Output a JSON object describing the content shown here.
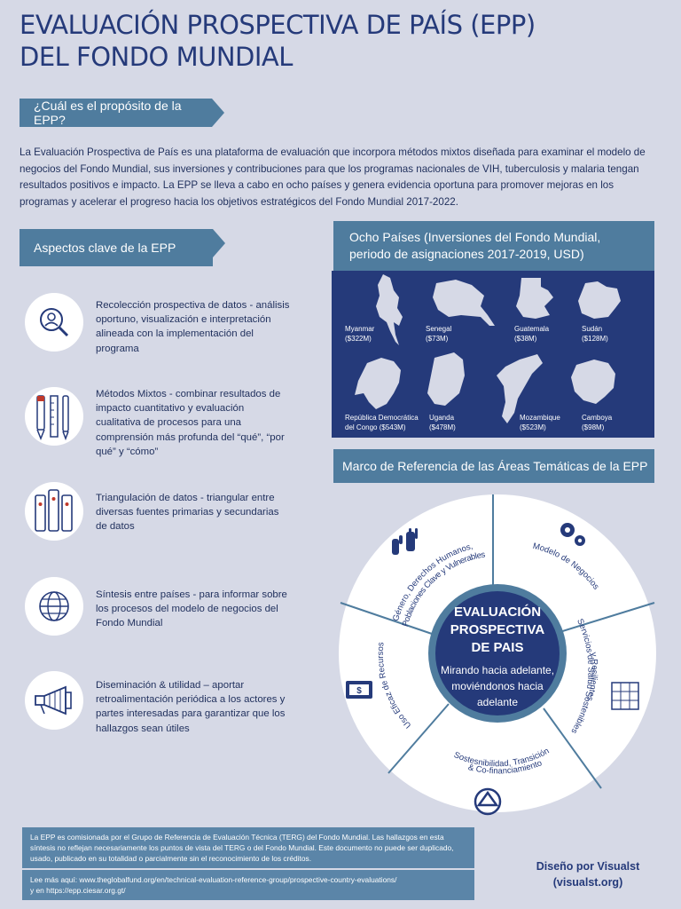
{
  "header": {
    "title_line1": "EVALUACIÓN PROSPECTIVA DE PAÍS (EPP)",
    "title_line2": "DEL FONDO MUNDIAL"
  },
  "purpose": {
    "heading": "¿Cuál es el propósito de la EPP?",
    "body": "La Evaluación Prospectiva de País es una plataforma de evaluación que incorpora métodos mixtos diseñada para examinar el modelo de negocios del Fondo Mundial, sus inversiones y contribuciones para que los programas nacionales de VIH, tuberculosis y malaria tengan resultados positivos e impacto. La EPP se lleva a cabo en ocho países y genera evidencia oportuna para promover mejoras en los programas y acelerar el progreso hacia los objetivos estratégicos del Fondo Mundial 2017-2022."
  },
  "aspects": {
    "heading": "Aspectos clave de la EPP",
    "items": [
      {
        "icon": "magnifier-person-icon",
        "text": "Recolección prospectiva de datos - análisis oportuno, visualización e interpretación alineada con la implementación del programa"
      },
      {
        "icon": "tools-icon",
        "text": "Métodos Mixtos - combinar resultados de impacto cuantitativo y evaluación cualitativa de procesos para una comprensión más profunda del “qué”, “por qué” y “cómo”"
      },
      {
        "icon": "documents-icon",
        "text": "Triangulación de datos - triangular entre diversas fuentes primarias y secundarias de datos"
      },
      {
        "icon": "globe-icon",
        "text": "Síntesis entre países - para informar sobre los procesos del modelo de negocios del Fondo Mundial"
      },
      {
        "icon": "megaphone-icon",
        "text": "Diseminación & utilidad – aportar retroalimentación periódica a los actores y partes interesadas para garantizar que los hallazgos sean útiles"
      }
    ]
  },
  "countries": {
    "heading_line1": "Ocho Países (Inversiones del Fondo Mundial,",
    "heading_line2": "periodo de asignaciones 2017-2019, USD)",
    "items": [
      {
        "name": "Myanmar",
        "amount": "($322M)"
      },
      {
        "name": "Senegal",
        "amount": "($73M)"
      },
      {
        "name": "Guatemala",
        "amount": "($38M)"
      },
      {
        "name": "Sudán",
        "amount": "($128M)"
      },
      {
        "name": "República Democrática",
        "name2": "del Congo",
        "amount": "($543M)"
      },
      {
        "name": "Uganda",
        "amount": "($478M)"
      },
      {
        "name": "Mozambique",
        "amount": "($523M)"
      },
      {
        "name": "Camboya",
        "amount": "($98M)"
      }
    ]
  },
  "framework": {
    "heading": "Marco de Referencia de las Áreas Temáticas de la EPP",
    "center_title": [
      "EVALUACIÓN",
      "PROSPECTIVA",
      "DE PAIS"
    ],
    "center_subtitle": [
      "Mirando hacia adelante,",
      "moviéndonos hacia",
      "adelante"
    ],
    "segments": [
      "Género, Derechos Humanos,",
      "Poblaciones Clave y Vulnerables",
      "Modelo de Negocios",
      "Servicios de Salud Sostenibles",
      "y Resilientes",
      "Sostesnibilidad, Transición",
      "& Co-financiamiento",
      "Uso Eficaz de Recursos"
    ]
  },
  "footer": {
    "disclaimer": "La EPP es comisionada por el Grupo de Referencia de Evaluación Técnica (TERG) del Fondo Mundial. Las hallazgos en esta síntesis no reflejan necesariamente los puntos de vista del TERG o del Fondo Mundial. Este documento no puede ser duplicado, usado, publicado en su totalidad o parcialmente sin el reconocimiento de los créditos.",
    "links_line1": "Lee más aquí: www.theglobalfund.org/en/technical-evaluation-reference-group/prospective-country-evaluations/",
    "links_line2": "y en https://epp.ciesar.org.gt/",
    "credit_line1": "Diseño por  Visualst",
    "credit_line2": "(visualst.org)"
  },
  "colors": {
    "background": "#d6d9e6",
    "navy": "#253a7a",
    "steel_blue": "#4f7c9e"
  }
}
